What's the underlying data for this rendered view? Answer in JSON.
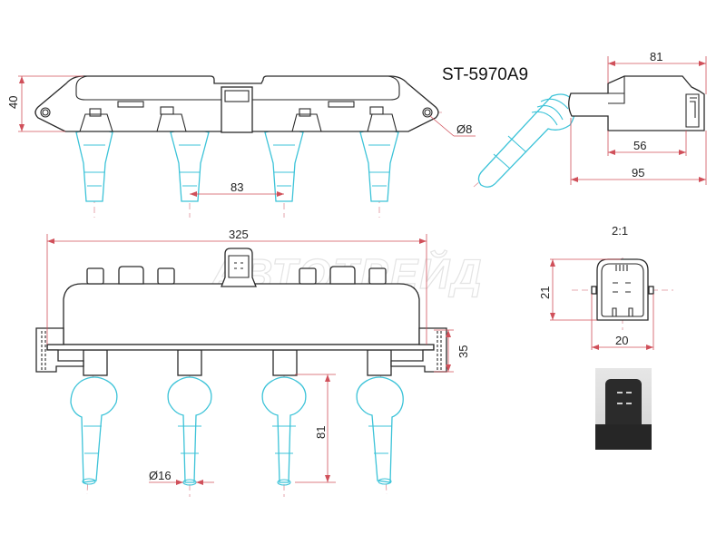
{
  "title": "ST-5970A9",
  "watermark": "АВТОТРЕЙД",
  "colors": {
    "dimension_lines": "#d0505a",
    "center_lines": "#e09098",
    "boots": "#3cc3d8",
    "outline": "#2a2a2a"
  },
  "views": {
    "top": {
      "height_dim": "40",
      "pitch_dim": "83",
      "hole_dim": "Ø8"
    },
    "side": {
      "width_dim": "81",
      "inner_dim": "56",
      "overall_dim": "95"
    },
    "front": {
      "length_dim": "325",
      "flange_dim": "35",
      "boot_length_dim": "81",
      "boot_tip_dim": "Ø16"
    },
    "connector": {
      "scale": "2:1",
      "height_dim": "21",
      "width_dim": "20"
    },
    "photo": {
      "label": "connector-photo"
    }
  }
}
